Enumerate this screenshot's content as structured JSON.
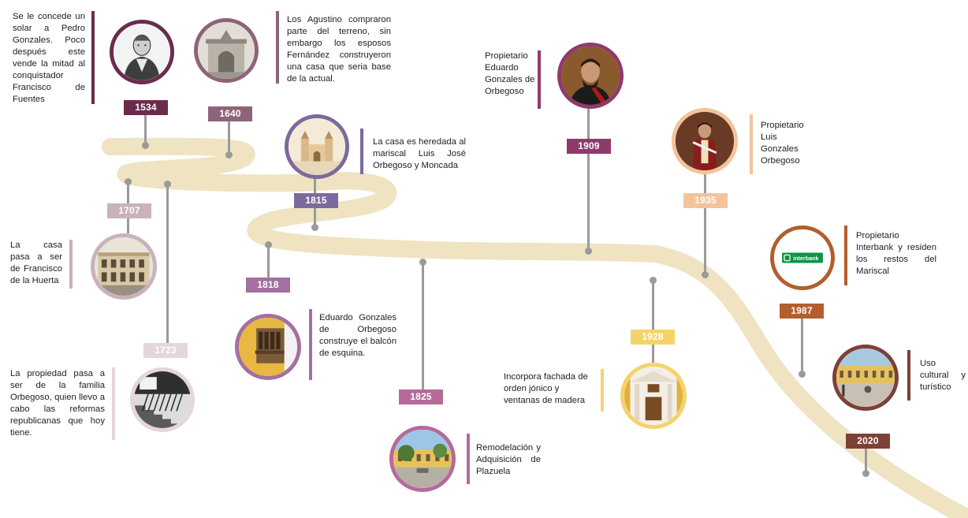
{
  "colors": {
    "road": "#efe3c2",
    "stem": "#9a9a9a"
  },
  "events": [
    {
      "id": "1534",
      "year": "1534",
      "color": "#6b2c4c",
      "image": "portrait-engraving-icon",
      "text": "Se le concede un solar a Pedro Gonzales. Poco después este vende la mitad al conquistador Francisco de Fuentes"
    },
    {
      "id": "1640",
      "year": "1640",
      "color": "#8d6479",
      "image": "colonial-arch-icon",
      "text": "Los Agustino compraron parte del terreno, sin embargo los esposos Fernández construyeron una casa que seria base de la actual."
    },
    {
      "id": "1707",
      "year": "1707",
      "color": "#c9b2bb",
      "image": "colonial-house-icon",
      "text": "La casa pasa a ser de Francisco de la Huerta"
    },
    {
      "id": "1723",
      "year": "1723",
      "color": "#e4d6d9",
      "image": "courtyard-staircase-icon",
      "text": "La propiedad pasa a ser de la familia Orbegoso, quien llevo a cabo las reformas republicanas que hoy tiene."
    },
    {
      "id": "1815",
      "year": "1815",
      "color": "#7b6a9c",
      "image": "cathedral-icon",
      "text": "La casa es heredada al mariscal Luis José Orbegoso y Moncada"
    },
    {
      "id": "1818",
      "year": "1818",
      "color": "#a4709f",
      "image": "corner-balcony-icon",
      "text": "Eduardo Gonzales de Orbegoso construye el balcón de esquina."
    },
    {
      "id": "1825",
      "year": "1825",
      "color": "#b66a9a",
      "image": "plaza-icon",
      "text": "Remodelación y Adquisición de Plazuela"
    },
    {
      "id": "1909",
      "year": "1909",
      "color": "#8e3a6b",
      "image": "portrait-painting-icon",
      "text": "Propietario Eduardo Gonzales de Orbegoso"
    },
    {
      "id": "1928",
      "year": "1928",
      "color": "#f4d36b",
      "image": "ionic-facade-icon",
      "text": "Incorpora fachada de orden jónico y ventanas de madera"
    },
    {
      "id": "1935",
      "year": "1935",
      "color": "#f3c39c",
      "image": "military-portrait-icon",
      "text": "Propietario Luis Gonzales Orbegoso"
    },
    {
      "id": "1987",
      "year": "1987",
      "color": "#b35e2d",
      "image": "interbank-logo-icon",
      "logo_text": "interbank",
      "text": "Propietario Interbank y residen los restos del Mariscal"
    },
    {
      "id": "2020",
      "year": "2020",
      "color": "#7d4038",
      "image": "cultural-courtyard-icon",
      "text": "Uso cultural y turístico"
    }
  ]
}
